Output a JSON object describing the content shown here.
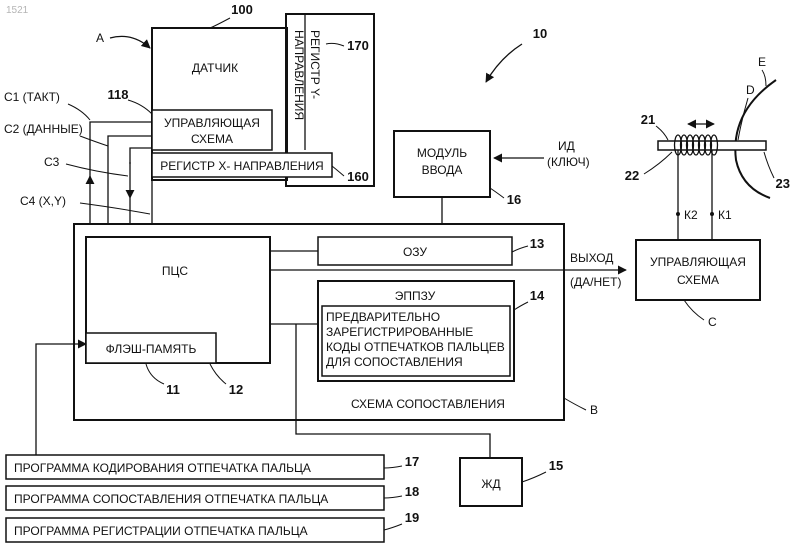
{
  "corner_id": "1521",
  "figure_ref": "10",
  "sensor": {
    "label": "ДАТЧИК",
    "ref": "100",
    "letter": "A",
    "control_circuit": {
      "line1": "УПРАВЛЯЮЩАЯ",
      "line2": "СХЕМА",
      "ref": "118"
    },
    "y_register": {
      "line1": "РЕГИСТР Y-",
      "line2": "НАПРАВЛЕНИЯ",
      "ref": "170"
    },
    "x_register": {
      "label": "РЕГИСТР X- НАПРАВЛЕНИЯ",
      "ref": "160"
    }
  },
  "signals": {
    "c1": "C1 (ТАКТ)",
    "c2": "C2 (ДАННЫЕ)",
    "c3": "C3",
    "c4": "C4 (X,Y)"
  },
  "input_module": {
    "line1": "МОДУЛЬ",
    "line2": "ВВОДА",
    "ref": "16",
    "id_line1": "ИД",
    "id_line2": "(КЛЮЧ)"
  },
  "matching_circuit": {
    "label": "СХЕМА СОПОСТАВЛЕНИЯ",
    "letter": "B",
    "dsp": "ПЦС",
    "flash": {
      "label": "ФЛЭШ-ПАМЯТЬ",
      "ref_memory": "11",
      "ref_dsp": "12"
    },
    "ram": {
      "label": "ОЗУ",
      "ref": "13"
    },
    "eeprom": {
      "label": "ЭППЗУ",
      "ref": "14",
      "lines": [
        "ПРЕДВАРИТЕЛЬНО",
        "ЗАРЕГИСТРИРОВАННЫЕ",
        "КОДЫ ОТПЕЧАТКОВ ПАЛЬЦЕВ",
        "ДЛЯ СОПОСТАВЛЕНИЯ"
      ]
    }
  },
  "output": {
    "line1": "ВЫХОД",
    "line2": "(ДА/НЕТ)"
  },
  "lcd": {
    "label": "ЖД",
    "ref": "15"
  },
  "control_unit": {
    "line1": "УПРАВЛЯЮЩАЯ",
    "line2": "СХЕМА",
    "letter": "C",
    "k1": "К1",
    "k2": "К2"
  },
  "actuator": {
    "letter_d": "D",
    "letter_e": "E",
    "ref_rod": "21",
    "ref_coil": "22",
    "ref_bolt": "23"
  },
  "programs": [
    {
      "label": "ПРОГРАММА КОДИРОВАНИЯ ОТПЕЧАТКА ПАЛЬЦА",
      "ref": "17"
    },
    {
      "label": "ПРОГРАММА СОПОСТАВЛЕНИЯ ОТПЕЧАТКА ПАЛЬЦА",
      "ref": "18"
    },
    {
      "label": "ПРОГРАММА РЕГИСТРАЦИИ ОТПЕЧАТКА ПАЛЬЦА",
      "ref": "19"
    }
  ]
}
